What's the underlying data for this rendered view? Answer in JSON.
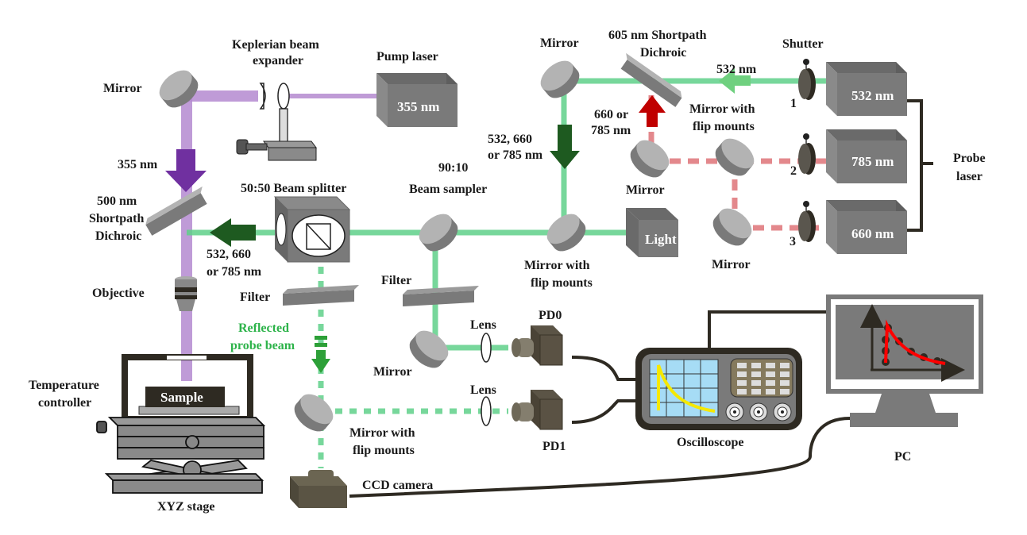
{
  "title": "Pump-probe optical setup schematic",
  "colors": {
    "pump_beam": "#b48ad0",
    "pump_arrow": "#7030a0",
    "probe_green": "#5fd08a",
    "probe_arrow_dark": "#1e5a20",
    "probe_arrow_light": "#6fd07f",
    "probe_red": "#e07b80",
    "red_arrow": "#c00000",
    "reflected_text": "#2db34a",
    "component_gray": "#7a7a7a",
    "scope_screen": "#a6dcf5",
    "scope_trace": "#f5e800",
    "pc_fit": "#ff0000"
  },
  "labels": {
    "mirror_top_left": "Mirror",
    "keplerian_1": "Keplerian beam",
    "keplerian_2": "expander",
    "pump_laser": "Pump laser",
    "pump_wavelength": "355 nm",
    "arrow_355": "355 nm",
    "dichroic500_1": "500 nm",
    "dichroic500_2": "Shortpath",
    "dichroic500_3": "Dichroic",
    "bs5050": "50:50 Beam splitter",
    "arrow_left_1": "532, 660",
    "arrow_left_2": "or 785 nm",
    "objective": "Objective",
    "filter_left": "Filter",
    "reflected_1": "Reflected",
    "reflected_2": "probe beam",
    "temp_1": "Temperature",
    "temp_2": "controller",
    "sample": "Sample",
    "xyz_stage": "XYZ stage",
    "mirror_flip_bottom_1": "Mirror with",
    "mirror_flip_bottom_2": "flip mounts",
    "ccd": "CCD camera",
    "sampler_1": "90:10",
    "sampler_2": "Beam sampler",
    "filter_mid": "Filter",
    "mirror_mid": "Mirror",
    "lens_0": "Lens",
    "lens_1": "Lens",
    "pd0": "PD0",
    "pd1": "PD1",
    "oscilloscope": "Oscilloscope",
    "pc": "PC",
    "mirror_top_center": "Mirror",
    "arrow_down_1": "532, 660",
    "arrow_down_2": "or 785 nm",
    "mirror_flip_center_1": "Mirror with",
    "mirror_flip_center_2": "flip mounts",
    "light": "Light",
    "dichroic605_1": "605 nm Shortpath",
    "dichroic605_2": "Dichroic",
    "arrow_532": "532 nm",
    "arrow_red_1": "660 or",
    "arrow_red_2": "785 nm",
    "mirror_flip_right_1": "Mirror with",
    "mirror_flip_right_2": "flip mounts",
    "mirror_red_upper": "Mirror",
    "mirror_red_lower": "Mirror",
    "shutter": "Shutter",
    "shutter_1": "1",
    "shutter_2": "2",
    "shutter_3": "3",
    "laser_532": "532 nm",
    "laser_785": "785 nm",
    "laser_660": "660 nm",
    "probe_1": "Probe",
    "probe_2": "laser"
  }
}
